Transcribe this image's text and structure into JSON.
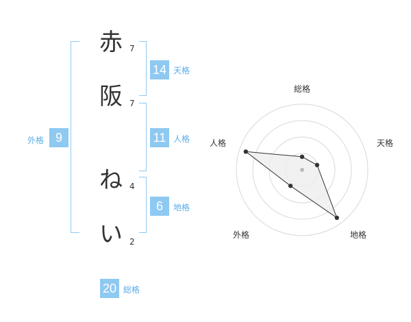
{
  "name_chars": [
    {
      "char": "赤",
      "strokes": "7"
    },
    {
      "char": "阪",
      "strokes": "7"
    },
    {
      "char": "ね",
      "strokes": "4"
    },
    {
      "char": "い",
      "strokes": "2"
    }
  ],
  "scores": {
    "tenkaku": {
      "value": "14",
      "label": "天格"
    },
    "jinkaku": {
      "value": "11",
      "label": "人格"
    },
    "chikaku": {
      "value": "6",
      "label": "地格"
    },
    "gaikaku": {
      "value": "9",
      "label": "外格"
    },
    "soukaku": {
      "value": "20",
      "label": "総格"
    }
  },
  "radar": {
    "axes": [
      "総格",
      "天格",
      "地格",
      "外格",
      "人格"
    ],
    "levels": 4,
    "values": [
      0.2,
      0.24,
      0.9,
      0.3,
      0.9
    ]
  },
  "colors": {
    "accent": "#8ec9f2",
    "label": "#5aaee8",
    "text": "#333333"
  }
}
